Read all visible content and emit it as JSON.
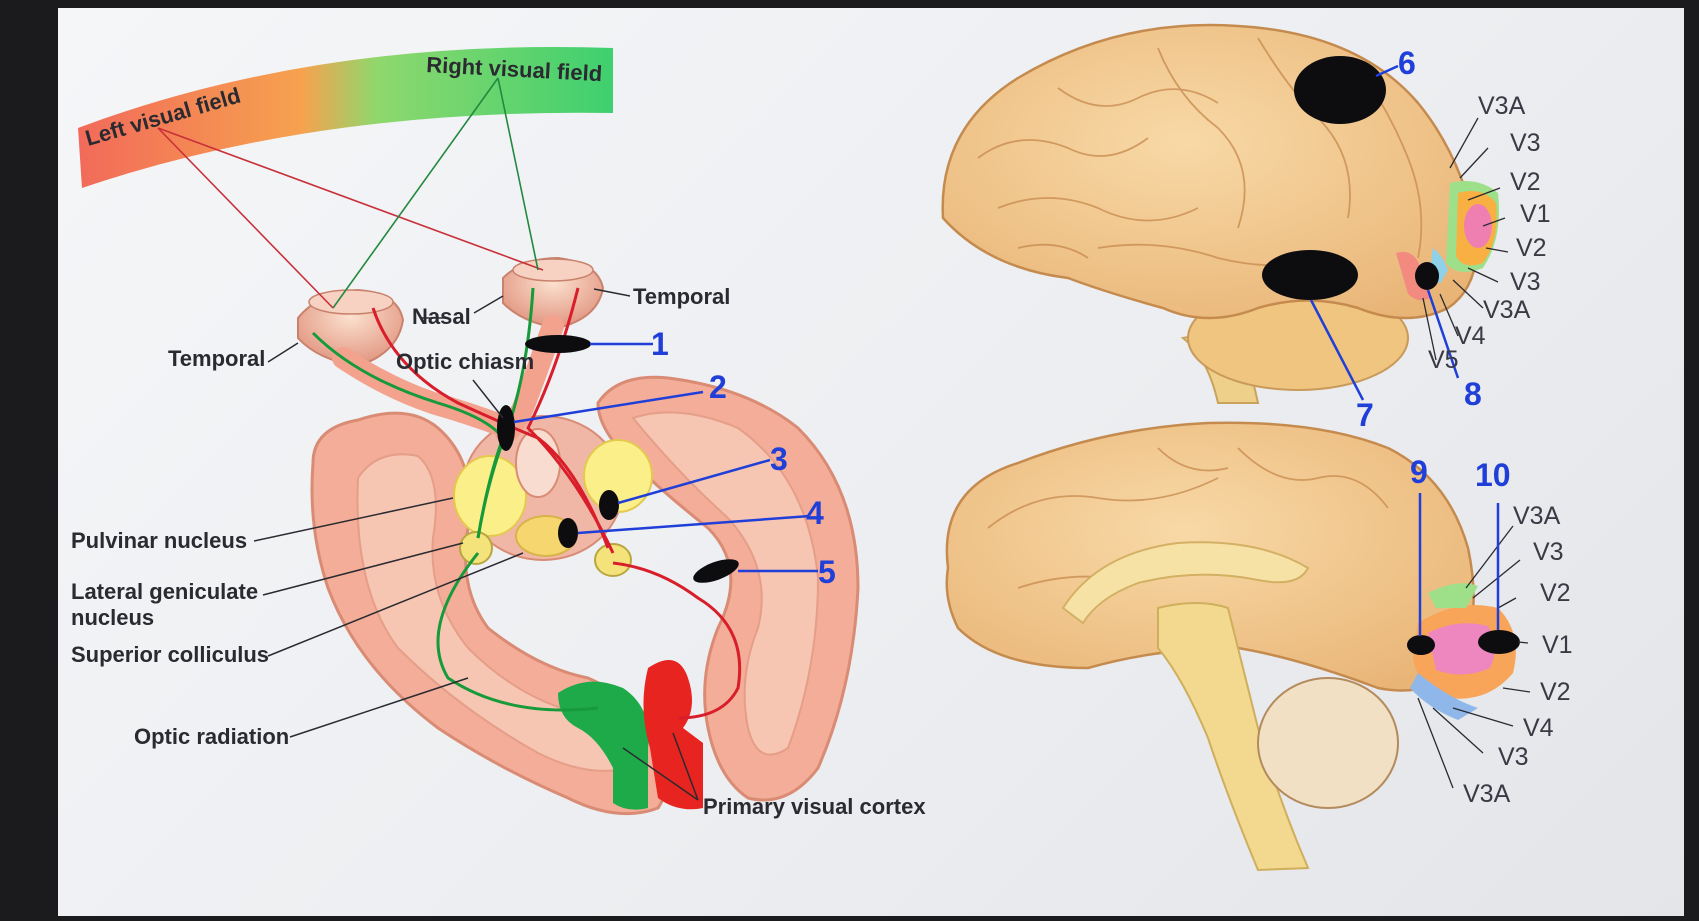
{
  "left_diagram": {
    "visual_field": {
      "left_label": "Left visual field",
      "right_label": "Right visual field"
    },
    "labels": {
      "temporal_left": "Temporal",
      "nasal": "Nasal",
      "temporal_right": "Temporal",
      "optic_chiasm": "Optic chiasm",
      "pulvinar": "Pulvinar nucleus",
      "lgn_line1": "Lateral geniculate",
      "lgn_line2": "nucleus",
      "superior_colliculus": "Superior colliculus",
      "optic_radiation": "Optic radiation",
      "primary_visual_cortex": "Primary visual cortex"
    },
    "lesion_numbers": {
      "n1": "1",
      "n2": "2",
      "n3": "3",
      "n4": "4",
      "n5": "5"
    }
  },
  "lateral_brain": {
    "area_labels": {
      "a1": "V3A",
      "a2": "V3",
      "a3": "V2",
      "a4": "V1",
      "a5": "V2",
      "a6": "V3",
      "a7": "V3A",
      "a8": "V4",
      "a9": "V5"
    },
    "lesion_numbers": {
      "n6": "6",
      "n7": "7",
      "n8": "8"
    }
  },
  "medial_brain": {
    "area_labels": {
      "a1": "V3A",
      "a2": "V3",
      "a3": "V2",
      "a4": "V1",
      "a5": "V2",
      "a6": "V4",
      "a7": "V3",
      "a8": "V3A"
    },
    "lesion_numbers": {
      "n9": "9",
      "n10": "10"
    }
  },
  "colors": {
    "number_blue": "#1f3fd8",
    "left_field": "#f26f5a",
    "right_field": "#3fcf70",
    "pathway_red": "#d81e2a",
    "pathway_green": "#179a3a",
    "brain_tan": "#f3c98e",
    "cortex_pink": "#f2b3a0"
  }
}
